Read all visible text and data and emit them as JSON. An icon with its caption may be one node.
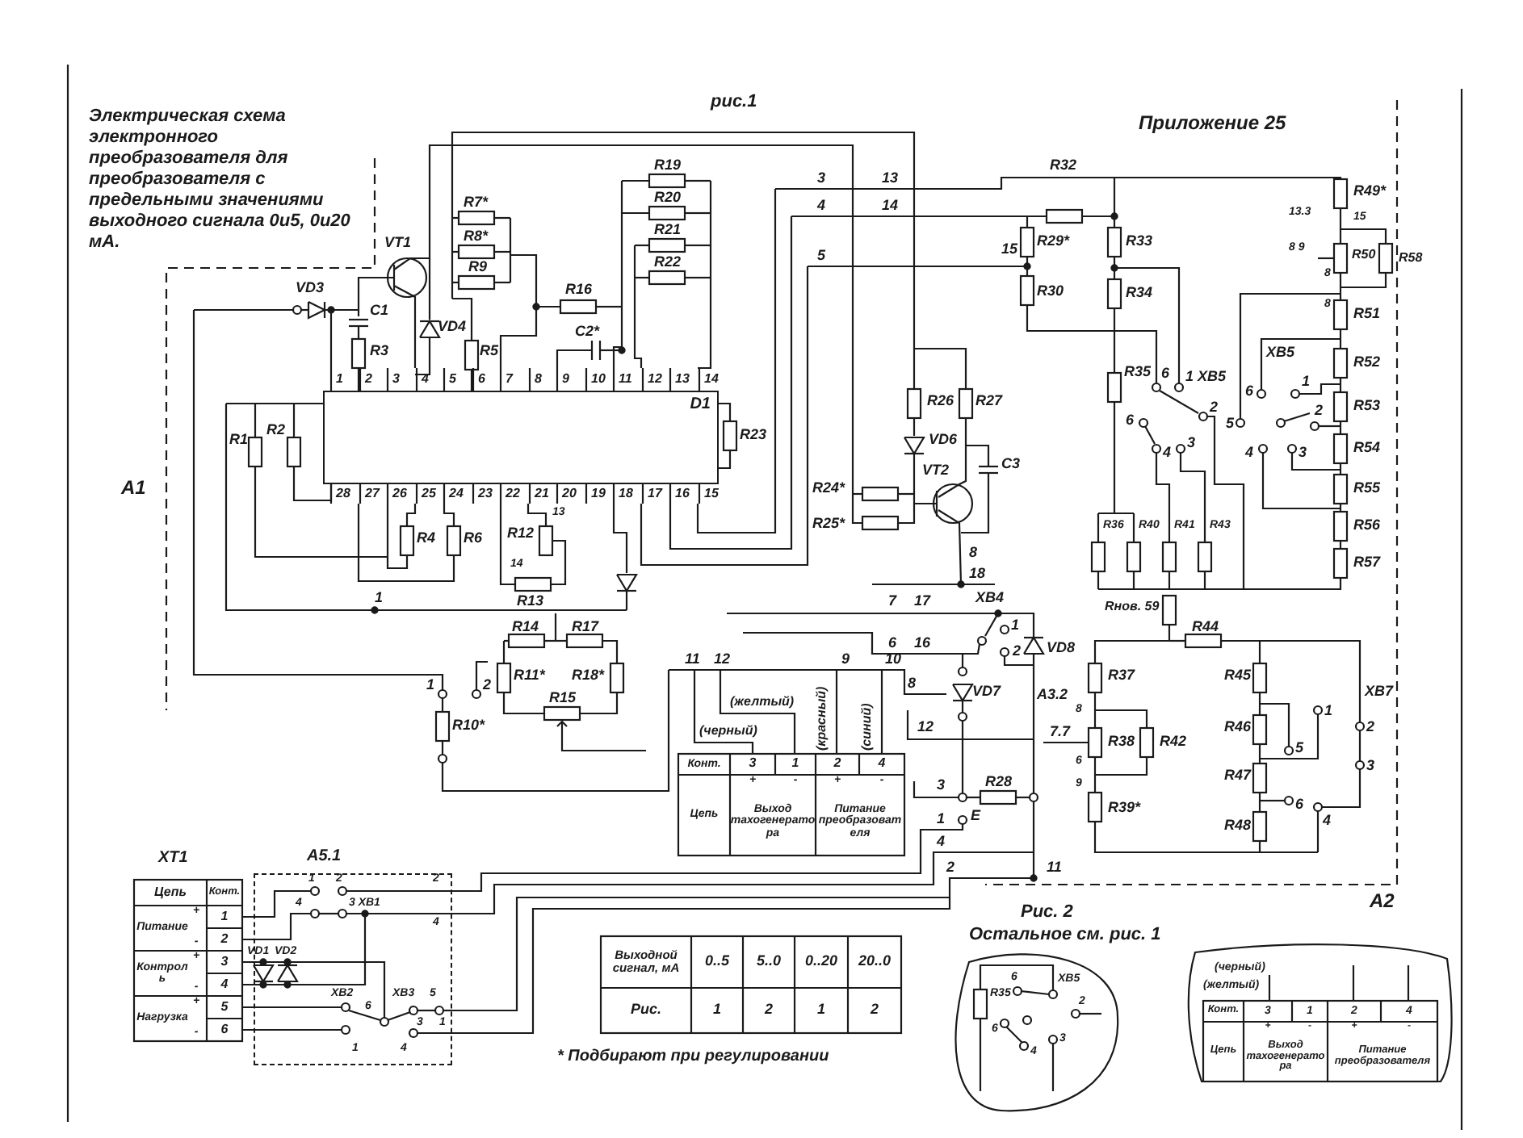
{
  "diagram": {
    "title": "Электрическая схема электронного преобразователя для преобразователя с предельными значениями выходного сигнала 0и5, 0и20 мА.",
    "nodes": [
      {
        "text": [
          "D1"
        ],
        "beside": [
          "1",
          "2",
          "3",
          "4",
          "5",
          "6",
          "7",
          "8",
          "9",
          "10",
          "11",
          "12",
          "13",
          "14",
          "28",
          "27",
          "26",
          "25",
          "24",
          "23",
          "22",
          "21",
          "20",
          "19",
          "18",
          "17",
          "16",
          "15"
        ]
      },
      {
        "text": [
          "A5.1"
        ]
      }
    ],
    "labels": [
      "рис.1",
      "Приложение 25",
      "VT1",
      "VD3",
      "C1",
      "VD4",
      "R3",
      "R5",
      "R7*",
      "R8*",
      "R9",
      "R16",
      "R19",
      "R20",
      "R21",
      "R22",
      "C2*",
      "A1",
      "R1",
      "R2",
      "R23",
      "R4",
      "R6",
      "R12",
      "13",
      "14",
      "R13",
      "R14",
      "R17",
      "R11*",
      "R18*",
      "R15",
      "R10*",
      "1",
      "2",
      "1",
      "VD6",
      "R26",
      "R27",
      "VT2",
      "C3",
      "R24*",
      "R25*",
      "R32",
      "R29*",
      "R33",
      "R30",
      "R34",
      "R35",
      "6",
      "1 XB5",
      "2",
      "6",
      "4",
      "3",
      "R36",
      "R40",
      "R41",
      "R43",
      "R49*",
      "13.3",
      "15",
      "R50",
      "R58",
      "8 9",
      "8",
      "8",
      "R51",
      "R52",
      "XB5",
      "6",
      "1",
      "2",
      "5",
      "4",
      "3",
      "R53",
      "R54",
      "R55",
      "R56",
      "R57",
      "3",
      "4",
      "5",
      "13",
      "14",
      "15",
      "8",
      "18",
      "7",
      "17",
      "XB4",
      "6",
      "16",
      "1",
      "2",
      "VD8",
      "VD7",
      "8",
      "12",
      "3",
      "R28",
      "1",
      "E",
      "4",
      "2",
      "11",
      "Rнов. 59",
      "R44",
      "R37",
      "A3.2",
      "7.7",
      "8",
      "6",
      "9",
      "R38",
      "R42",
      "R39*",
      "R45",
      "R46",
      "5",
      "R47",
      "6",
      "4",
      "R48",
      "1",
      "XB7",
      "2",
      "3",
      "A2",
      "11",
      "12",
      "9",
      "10",
      "(желтый)",
      "(черный)",
      "(красный)",
      "(синий)",
      "Конт.",
      "3",
      "1",
      "2",
      "4",
      "Цепь",
      "+",
      "-",
      "Выход тахогенератора",
      "+",
      "-",
      "Питание преобразователя",
      "XT1",
      "Цепь",
      "Конт.",
      "+",
      "Питание",
      "1",
      "-",
      "2",
      "+",
      "Контроль",
      "3",
      "-",
      "4",
      "+",
      "Нагрузка",
      "5",
      "-",
      "6",
      "1",
      "2",
      "4",
      "3 XB1",
      "2",
      "4",
      "VD1",
      "VD2",
      "XB2",
      "XB3",
      "5",
      "6",
      "3",
      "1",
      "1",
      "4",
      "Выходной сигнал, мА",
      "0..5",
      "5..0",
      "0..20",
      "20..0",
      "Рис.",
      "1",
      "2",
      "1",
      "2",
      "* Подбирают при регулировании",
      "Рис. 2",
      "Остальное см. рис. 1",
      "R35",
      "6",
      "XB5",
      "2",
      "6",
      "4",
      "3",
      "(черный)",
      "(желтый)",
      "Конт.",
      "3",
      "1",
      "2",
      "4",
      "Цепь",
      "+",
      "-",
      "Выход тахогенератора",
      "+",
      "-",
      "Питание преобразователя"
    ]
  }
}
